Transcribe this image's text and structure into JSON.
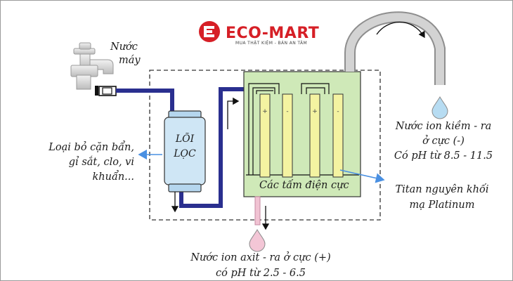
{
  "logo": {
    "brand": "ECO-MART",
    "tagline": "MUA THẬT KIỆM - BÁN AN TÂM",
    "brand_color": "#d61f26"
  },
  "labels": {
    "tap_water": [
      "Nước",
      "máy"
    ],
    "filter": [
      "LÕI",
      "LỌC"
    ],
    "removes": [
      "Loại bỏ cặn bẩn,",
      "gỉ sắt, clo, vi",
      "khuẩn..."
    ],
    "electrodes": "Các tấm điện cực",
    "alkaline": [
      "Nước ion kiềm - ra",
      "ở cực (-)",
      "Có pH từ 8.5 - 11.5"
    ],
    "titanium": [
      "Titan nguyên khối",
      "mạ Platinum"
    ],
    "acid": [
      "Nước ion axit - ra ở cực (+)",
      "có pH từ 2.5 - 6.5"
    ]
  },
  "plate_signs": [
    "+",
    "-",
    "+",
    "-"
  ],
  "colors": {
    "pipe": "#2a2f8f",
    "chamber": "#cfe9b8",
    "plate": "#f4f3a1",
    "filter": "#cfe6f5",
    "alkaline_drop": "#b7dcf2",
    "acid_drop": "#f3c6d6",
    "pointer_arrow": "#4a90e2"
  }
}
